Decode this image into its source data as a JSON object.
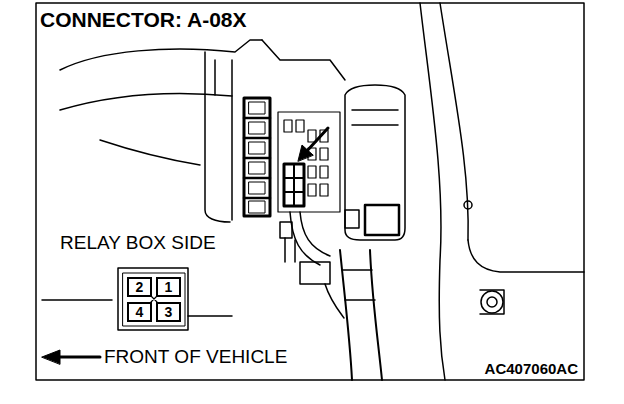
{
  "diagram": {
    "title": "CONNECTOR: A-08X",
    "nodes": [
      {
        "text": [
          "2"
        ]
      },
      {
        "text": [
          "1"
        ]
      },
      {
        "text": [
          "4"
        ]
      },
      {
        "text": [
          "3"
        ]
      }
    ],
    "labels": [
      "RELAY BOX SIDE",
      "FRONT OF VEHICLE",
      "AC407060AC"
    ]
  }
}
